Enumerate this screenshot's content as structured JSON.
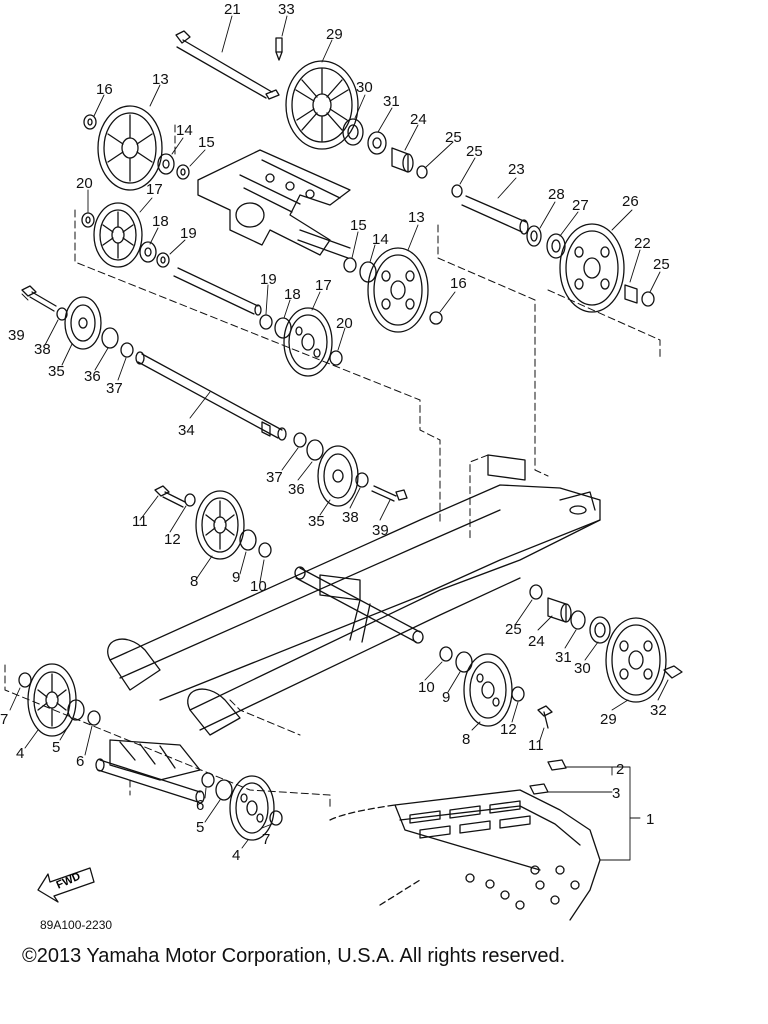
{
  "diagram": {
    "callouts": [
      {
        "id": "c21",
        "text": "21"
      },
      {
        "id": "c33",
        "text": "33"
      },
      {
        "id": "c29a",
        "text": "29"
      },
      {
        "id": "c16a",
        "text": "16"
      },
      {
        "id": "c13a",
        "text": "13"
      },
      {
        "id": "c30a",
        "text": "30"
      },
      {
        "id": "c31a",
        "text": "31"
      },
      {
        "id": "c24a",
        "text": "24"
      },
      {
        "id": "c14a",
        "text": "14"
      },
      {
        "id": "c15a",
        "text": "15"
      },
      {
        "id": "c25a",
        "text": "25"
      },
      {
        "id": "c25b",
        "text": "25"
      },
      {
        "id": "c23",
        "text": "23"
      },
      {
        "id": "c20a",
        "text": "20"
      },
      {
        "id": "c17a",
        "text": "17"
      },
      {
        "id": "c28",
        "text": "28"
      },
      {
        "id": "c27",
        "text": "27"
      },
      {
        "id": "c26",
        "text": "26"
      },
      {
        "id": "c18a",
        "text": "18"
      },
      {
        "id": "c19a",
        "text": "19"
      },
      {
        "id": "c15b",
        "text": "15"
      },
      {
        "id": "c14b",
        "text": "14"
      },
      {
        "id": "c13b",
        "text": "13"
      },
      {
        "id": "c22",
        "text": "22"
      },
      {
        "id": "c25c",
        "text": "25"
      },
      {
        "id": "c19b",
        "text": "19"
      },
      {
        "id": "c18b",
        "text": "18"
      },
      {
        "id": "c17b",
        "text": "17"
      },
      {
        "id": "c16b",
        "text": "16"
      },
      {
        "id": "c39a",
        "text": "39"
      },
      {
        "id": "c38a",
        "text": "38"
      },
      {
        "id": "c35a",
        "text": "35"
      },
      {
        "id": "c36a",
        "text": "36"
      },
      {
        "id": "c37a",
        "text": "37"
      },
      {
        "id": "c20b",
        "text": "20"
      },
      {
        "id": "c34",
        "text": "34"
      },
      {
        "id": "c37b",
        "text": "37"
      },
      {
        "id": "c36b",
        "text": "36"
      },
      {
        "id": "c35b",
        "text": "35"
      },
      {
        "id": "c38b",
        "text": "38"
      },
      {
        "id": "c39b",
        "text": "39"
      },
      {
        "id": "c11a",
        "text": "11"
      },
      {
        "id": "c12a",
        "text": "12"
      },
      {
        "id": "c8a",
        "text": "8"
      },
      {
        "id": "c9a",
        "text": "9"
      },
      {
        "id": "c10a",
        "text": "10"
      },
      {
        "id": "c25d",
        "text": "25"
      },
      {
        "id": "c24b",
        "text": "24"
      },
      {
        "id": "c31b",
        "text": "31"
      },
      {
        "id": "c30b",
        "text": "30"
      },
      {
        "id": "c7a",
        "text": "7"
      },
      {
        "id": "c4a",
        "text": "4"
      },
      {
        "id": "c5a",
        "text": "5"
      },
      {
        "id": "c6a",
        "text": "6"
      },
      {
        "id": "c10b",
        "text": "10"
      },
      {
        "id": "c9b",
        "text": "9"
      },
      {
        "id": "c29b",
        "text": "29"
      },
      {
        "id": "c32",
        "text": "32"
      },
      {
        "id": "c12b",
        "text": "12"
      },
      {
        "id": "c11b",
        "text": "11"
      },
      {
        "id": "c8b",
        "text": "8"
      },
      {
        "id": "c2",
        "text": "2"
      },
      {
        "id": "c3",
        "text": "3"
      },
      {
        "id": "c1",
        "text": "1"
      },
      {
        "id": "c6b",
        "text": "6"
      },
      {
        "id": "c5b",
        "text": "5"
      },
      {
        "id": "c4b",
        "text": "4"
      },
      {
        "id": "c7b",
        "text": "7"
      }
    ],
    "fwd_label": "FWD",
    "diagram_code": "89A100-2230",
    "copyright": "©2013 Yamaha Motor Corporation, U.S.A. All rights reserved."
  }
}
